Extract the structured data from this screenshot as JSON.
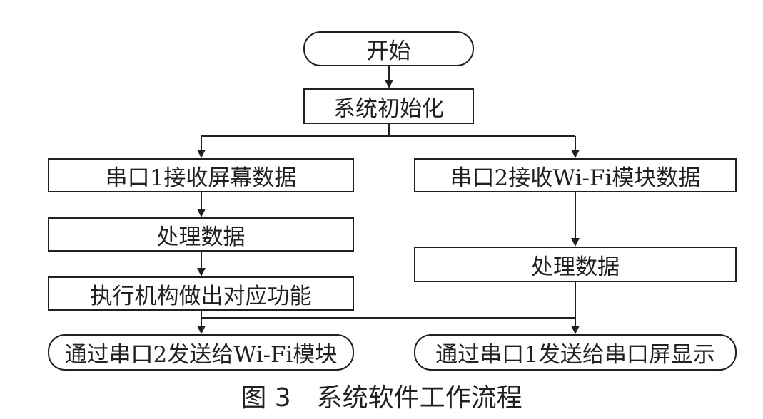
{
  "nodes": {
    "start": "开始",
    "init": "系统初始化",
    "uart1_receive": "串口1接收屏幕数据",
    "process_left": "处理数据",
    "execute": "执行机构做出对应功能",
    "send_wifi": "通过串口2发送给Wi-Fi模块",
    "uart2_receive": "串口2接收Wi-Fi模块数据",
    "process_right": "处理数据",
    "send_screen": "通过串口1发送给串口屏显示"
  },
  "caption": "图 3　系统软件工作流程",
  "colors": {
    "line": "#231f20",
    "background": "#ffffff"
  }
}
